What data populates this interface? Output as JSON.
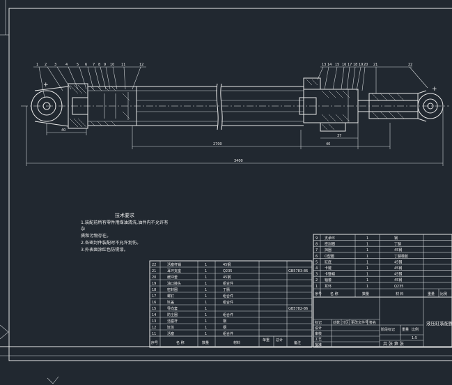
{
  "colors": {
    "background": "#212830",
    "lines": "#e8e8e8"
  },
  "drawing": {
    "balloons": [
      "1",
      "2",
      "3",
      "4",
      "5",
      "6",
      "7",
      "8",
      "9",
      "10",
      "11",
      "12",
      "13",
      "14",
      "15",
      "16",
      "17",
      "18",
      "19",
      "20",
      "21",
      "22"
    ],
    "dims": {
      "left_small": "40",
      "stroke": "2700",
      "right_1": "40",
      "right_2": "37",
      "overall": "3400"
    },
    "center_marks": [
      "+",
      "+"
    ]
  },
  "notes": {
    "title": "技术要求",
    "lines": [
      "1.装配前所有零件用煤油清洗,油件内不允许有",
      "   杂",
      "   质和污物存在。",
      "2.各密封件装配时不允许划伤。",
      "3.外表面涂红色防锈漆。"
    ]
  },
  "bom_left": {
    "rows": [
      {
        "no": "22",
        "name": "活塞杆销",
        "qty": "1",
        "mat": "45钢",
        "code": ""
      },
      {
        "no": "21",
        "name": "耳环支座",
        "qty": "1",
        "mat": "Q235",
        "code": "GB5783-86"
      },
      {
        "no": "20",
        "name": "缓冲套",
        "qty": "1",
        "mat": "45钢",
        "code": ""
      },
      {
        "no": "19",
        "name": "油口接头",
        "qty": "1",
        "mat": "组合件",
        "code": ""
      },
      {
        "no": "18",
        "name": "密封圈",
        "qty": "1",
        "mat": "丁腈",
        "code": ""
      },
      {
        "no": "17",
        "name": "螺钉",
        "qty": "1",
        "mat": "组合件",
        "code": ""
      },
      {
        "no": "16",
        "name": "缸盖",
        "qty": "1",
        "mat": "组合件",
        "code": ""
      },
      {
        "no": "15",
        "name": "导向套",
        "qty": "1",
        "mat": "",
        "code": "GB5782-86"
      },
      {
        "no": "14",
        "name": "防尘圈",
        "qty": "1",
        "mat": "组合件",
        "code": ""
      },
      {
        "no": "13",
        "name": "活塞杆",
        "qty": "1",
        "mat": "钢",
        "code": ""
      },
      {
        "no": "12",
        "name": "缸体",
        "qty": "1",
        "mat": "钢",
        "code": ""
      },
      {
        "no": "11",
        "name": "活塞",
        "qty": "1",
        "mat": "组合件",
        "code": ""
      }
    ],
    "header": {
      "no": "序号",
      "name": "名 称",
      "qty": "数量",
      "mat": "材料",
      "c1": "单重",
      "c2": "总计",
      "note": "备注"
    }
  },
  "bom_right": {
    "rows": [
      {
        "no": "9",
        "name": "支承环",
        "qty": "1",
        "mat": "钢"
      },
      {
        "no": "8",
        "name": "密封圈",
        "qty": "1",
        "mat": "丁腈"
      },
      {
        "no": "7",
        "name": "挡圈",
        "qty": "1",
        "mat": "45钢"
      },
      {
        "no": "6",
        "name": "O型圈",
        "qty": "1",
        "mat": "丁腈橡胶"
      },
      {
        "no": "5",
        "name": "缸底",
        "qty": "1",
        "mat": "45钢"
      },
      {
        "no": "4",
        "name": "卡键",
        "qty": "1",
        "mat": "45钢"
      },
      {
        "no": "3",
        "name": "卡键帽",
        "qty": "1",
        "mat": "45钢"
      },
      {
        "no": "2",
        "name": "轴套",
        "qty": "1",
        "mat": "45钢"
      },
      {
        "no": "1",
        "name": "耳环",
        "qty": "1",
        "mat": "Q235"
      }
    ],
    "header": {
      "no": "序号",
      "name": "名 称",
      "qty": "数量",
      "mat": "材 料",
      "weight": "重量",
      "scale": "比例"
    }
  },
  "title_block": {
    "title": "液压缸装配图",
    "marks": [
      "标记",
      "处数",
      "分区",
      "更改文件号",
      "签名",
      "年月日"
    ],
    "roles": [
      "设计",
      "审核",
      "工艺",
      "批准"
    ],
    "stage": "阶段标记",
    "weight": "重量",
    "scale": "比例",
    "scale_value": "1:5",
    "sheet": "共 张 第 张"
  }
}
